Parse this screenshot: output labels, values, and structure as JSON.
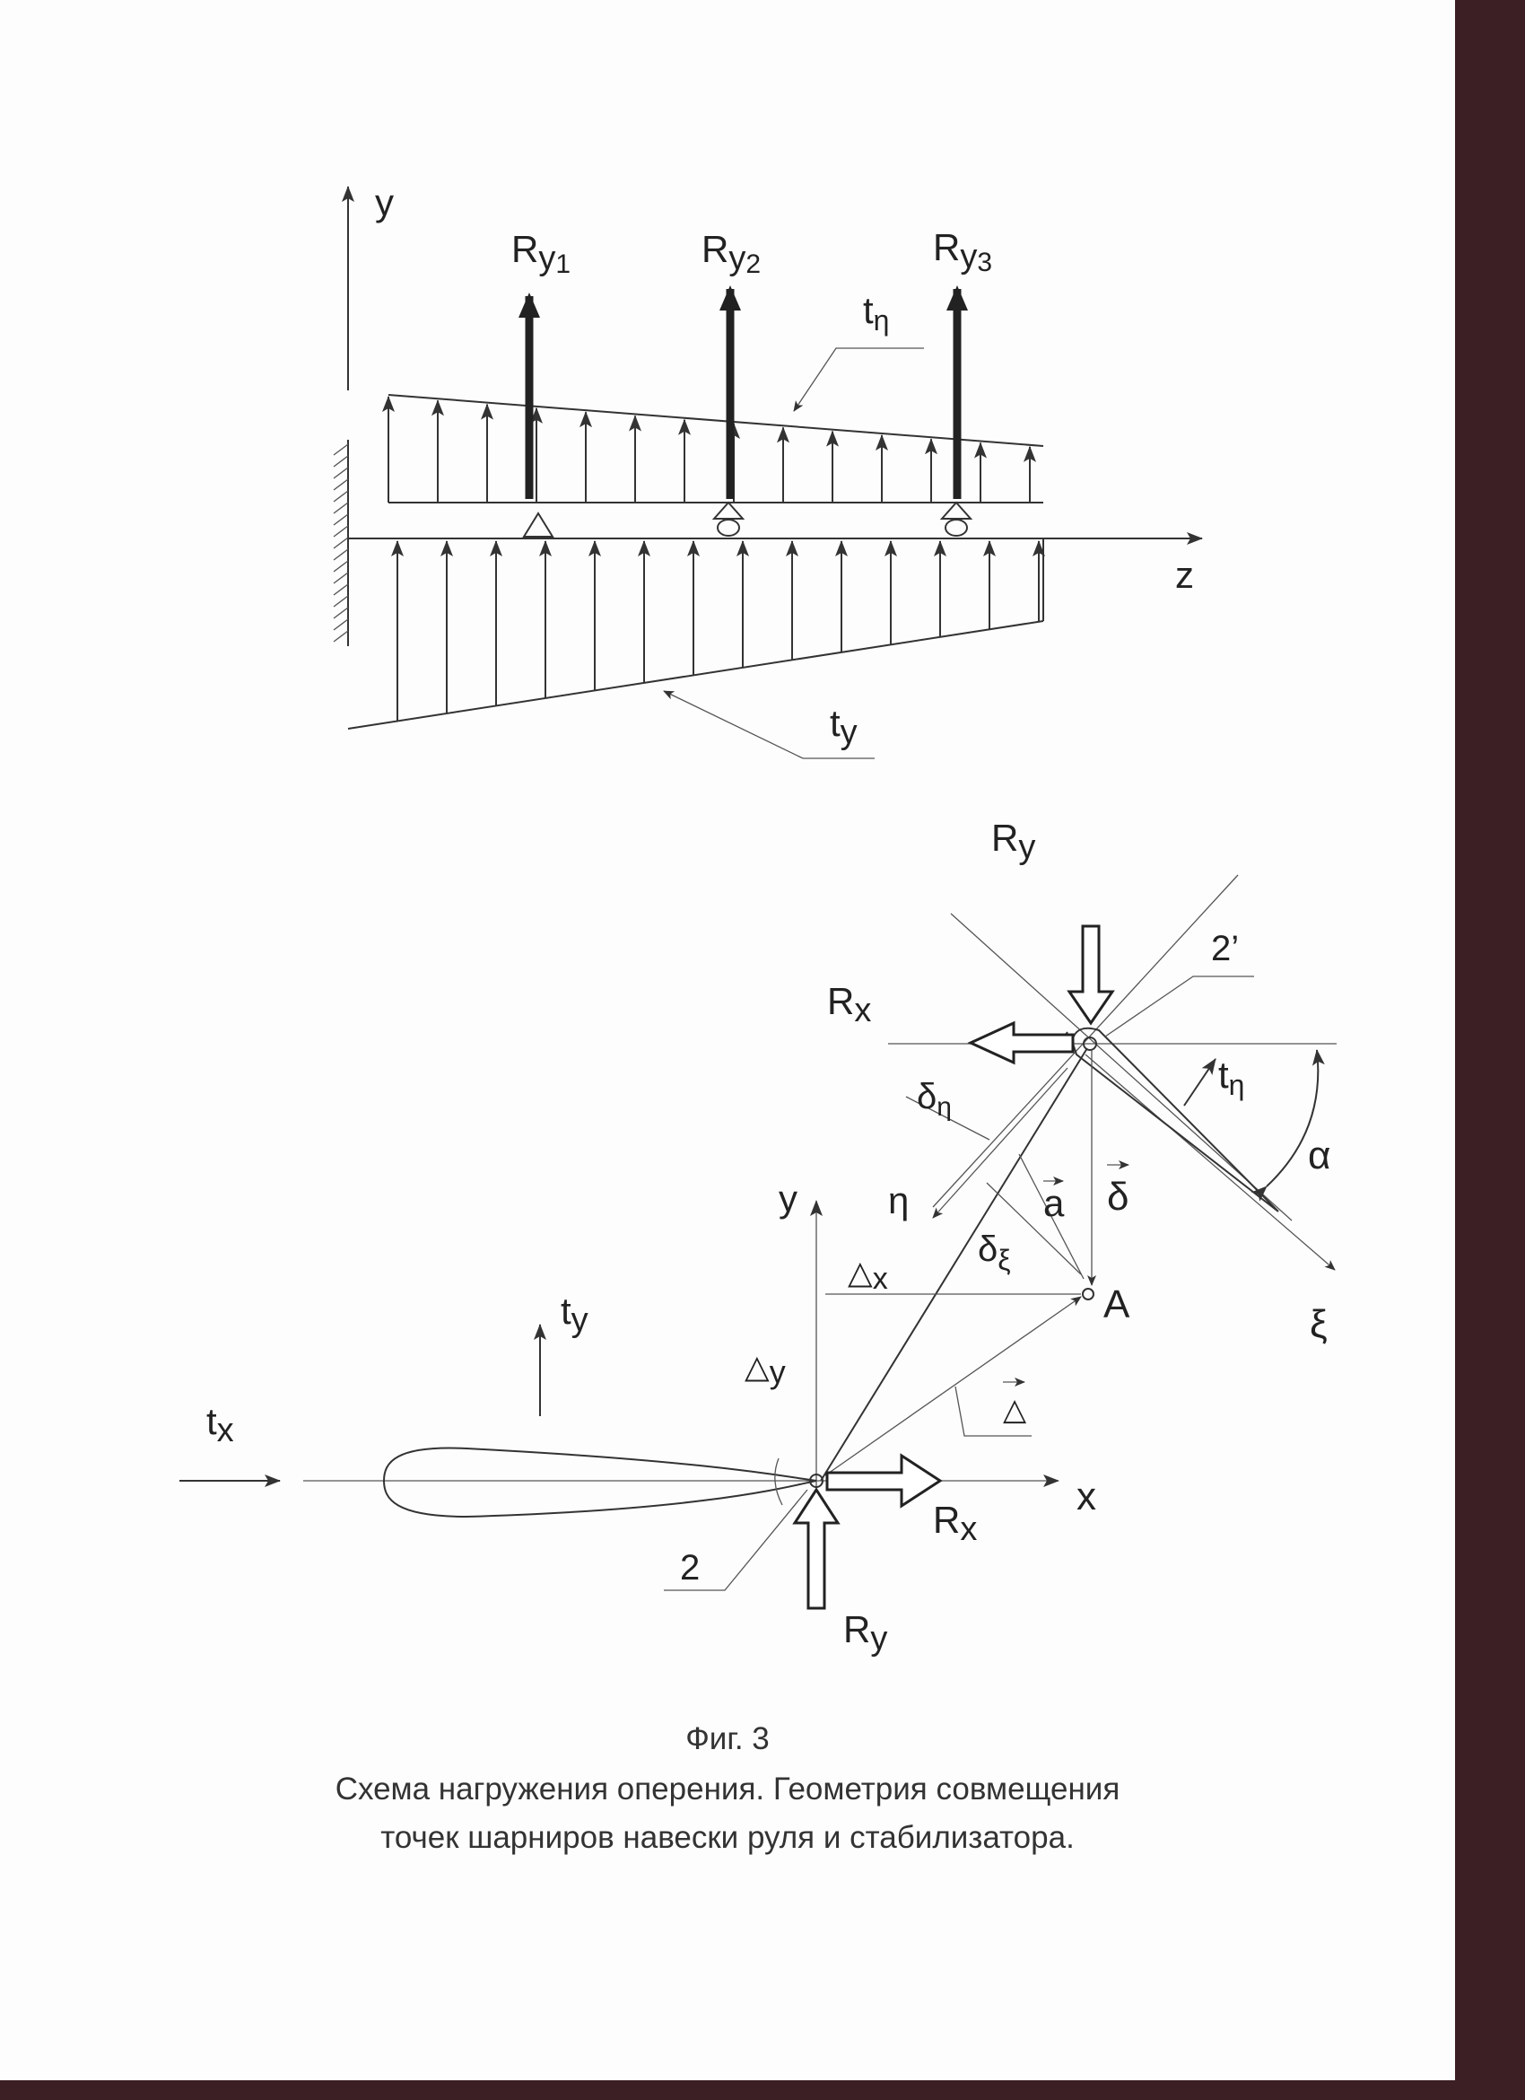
{
  "top_diagram": {
    "axis_y": "y",
    "axis_z": "z",
    "reactions": [
      {
        "base": "R",
        "sub": "y",
        "idx": "1"
      },
      {
        "base": "R",
        "sub": "y",
        "idx": "2"
      },
      {
        "base": "R",
        "sub": "y",
        "idx": "3"
      }
    ],
    "load_eta": {
      "base": "t",
      "sub": "η"
    },
    "load_y": {
      "base": "t",
      "sub": "y"
    }
  },
  "bottom_diagram": {
    "ry_top": {
      "base": "R",
      "sub": "y"
    },
    "rx_top": {
      "base": "R",
      "sub": "x"
    },
    "label_2prime": "2’",
    "t_eta": {
      "base": "t",
      "sub": "η"
    },
    "alpha": "α",
    "delta_eta": {
      "base": "δ",
      "sub": "η"
    },
    "eta": "η",
    "vec_a": "a",
    "vec_delta": "δ",
    "axis_y": "y",
    "delta_x": {
      "base": "△",
      "sub": "x"
    },
    "delta_xi": {
      "base": "δ",
      "sub": "ξ"
    },
    "point_a": "A",
    "xi": "ξ",
    "t_y": {
      "base": "t",
      "sub": "y"
    },
    "delta_y": {
      "base": "△",
      "sub": "y"
    },
    "vec_Delta": "△",
    "t_x": {
      "base": "t",
      "sub": "x"
    },
    "axis_x": "x",
    "rx_bottom": {
      "base": "R",
      "sub": "x"
    },
    "label_2": "2",
    "ry_bottom": {
      "base": "R",
      "sub": "y"
    }
  },
  "caption": {
    "fig_label": "Фиг. 3",
    "line1": "Схема нагружения оперения. Геометрия совмещения",
    "line2": "точек шарниров навески руля и стабилизатора."
  }
}
